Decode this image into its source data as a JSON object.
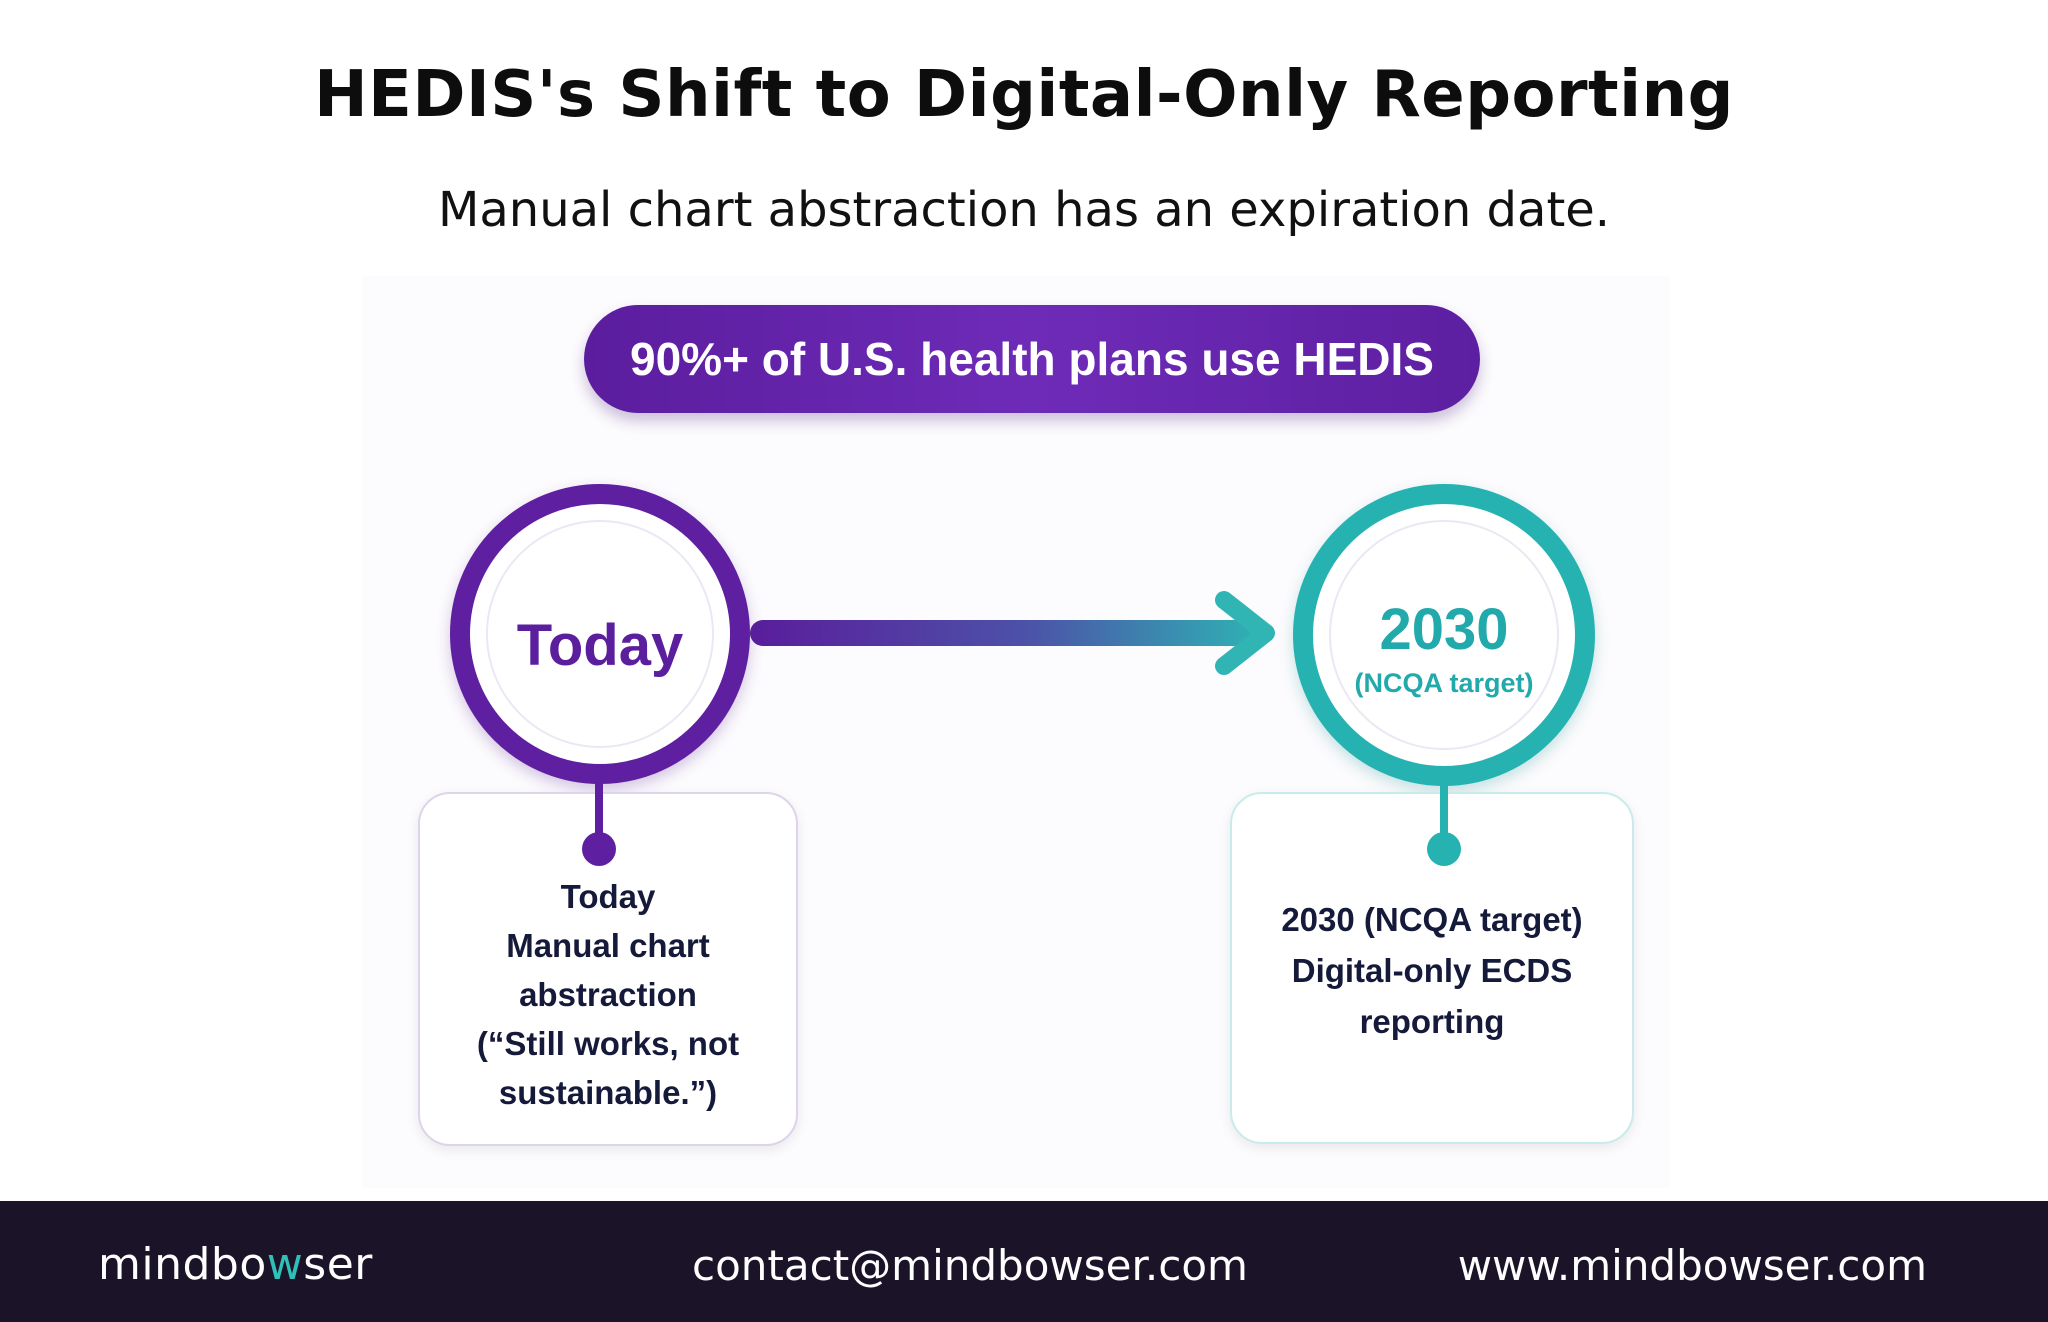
{
  "header": {
    "title": "HEDIS's Shift to Digital-Only Reporting",
    "subtitle": "Manual chart abstraction has an expiration date."
  },
  "banner": {
    "text": "90%+ of U.S. health plans use HEDIS"
  },
  "timeline": {
    "start": {
      "label": "Today",
      "color": "#5e1fa0",
      "card_lines": [
        "Today",
        "Manual chart",
        "abstraction",
        "(“Still works, not",
        "sustainable.”)"
      ]
    },
    "end": {
      "year": "2030",
      "sub": "(NCQA target)",
      "color": "#27b2b2",
      "card_lines": [
        "2030 (NCQA target)",
        "Digital-only ECDS",
        "reporting"
      ]
    }
  },
  "footer": {
    "brand_prefix": "mindbo",
    "brand_accent": "w",
    "brand_suffix": "ser",
    "email": "contact@mindbowser.com",
    "website": "www.mindbowser.com",
    "accent_color": "#2fc0b8",
    "background": "#1b1429"
  }
}
